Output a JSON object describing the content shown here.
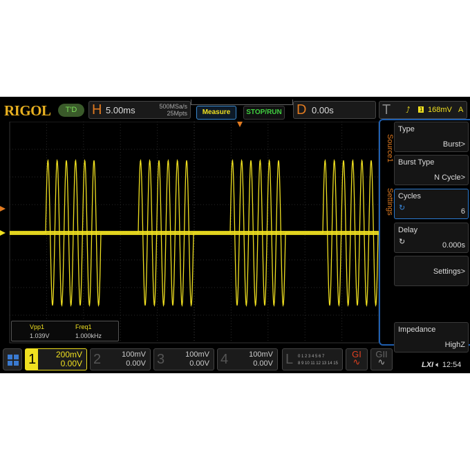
{
  "brand": "RIGOL",
  "mode_badge": "T'D",
  "horizontal": {
    "letter": "H",
    "timebase": "5.00ms",
    "sample_rate": "500MSa/s",
    "memory_depth": "25Mpts"
  },
  "buttons": {
    "measure": "Measure",
    "stop_run": "STOP/RUN"
  },
  "delay": {
    "letter": "D",
    "value": "0.00s"
  },
  "trigger": {
    "letter": "T",
    "source": "1",
    "level": "168mV",
    "mode": "A"
  },
  "measurements": [
    {
      "label": "Vpp1",
      "value": "1.039V"
    },
    {
      "label": "Freq1",
      "value": "1.000kHz"
    }
  ],
  "menu": {
    "tabs": [
      "Source1",
      "Settings"
    ],
    "items": [
      {
        "title": "Type",
        "value": "Burst>"
      },
      {
        "title": "Burst Type",
        "value": "N Cycle>"
      },
      {
        "title": "Cycles",
        "value": "6"
      },
      {
        "title": "Delay",
        "value": "0.000s"
      },
      {
        "title": "",
        "value": "Settings>"
      },
      {
        "title": "Impedance",
        "value": "HighZ"
      }
    ]
  },
  "channels": [
    {
      "num": "1",
      "scale": "200mV",
      "offset": "0.00V",
      "active": true
    },
    {
      "num": "2",
      "scale": "100mV",
      "offset": "0.00V"
    },
    {
      "num": "3",
      "scale": "100mV",
      "offset": "0.00V"
    },
    {
      "num": "4",
      "scale": "100mV",
      "offset": "0.00V"
    }
  ],
  "logic": {
    "letter": "L",
    "row1": "0 1 2 3  4 5 6 7",
    "row2": "8 9 10 11 12 13 14 15"
  },
  "generators": [
    "GI",
    "GII"
  ],
  "status": {
    "lxi": "LXI",
    "time": "12:54"
  },
  "colors": {
    "ch1": "#f0e020",
    "accent": "#1f5fb0",
    "orange": "#e07a20"
  },
  "waveform": {
    "burst_cycles": 6,
    "bursts_visible": 4
  }
}
